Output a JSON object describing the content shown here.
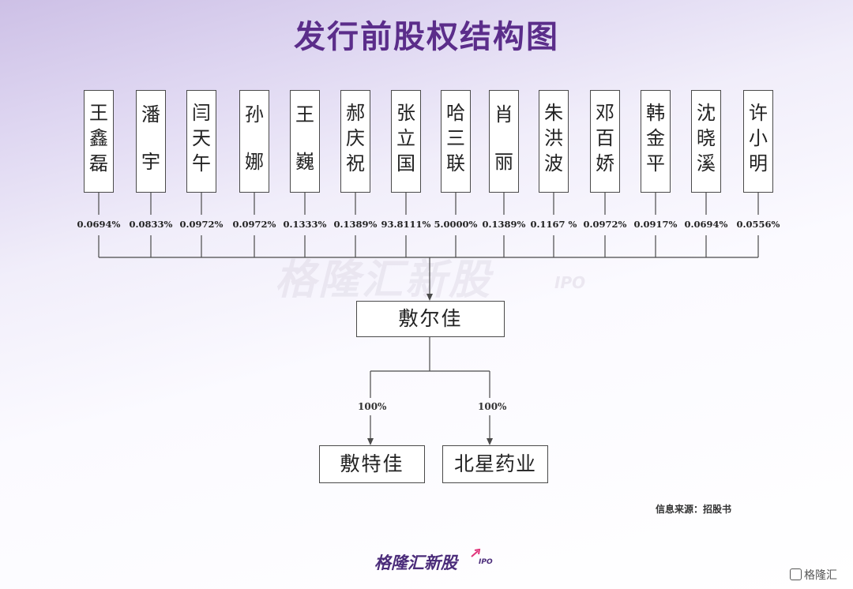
{
  "title": "发行前股权结构图",
  "shareholders": [
    {
      "name": "王鑫磊",
      "chars": [
        "王",
        "鑫",
        "磊"
      ],
      "percent": "0.0694%"
    },
    {
      "name": "潘宇",
      "chars": [
        "潘",
        "宇"
      ],
      "percent": "0.0833%"
    },
    {
      "name": "闫天午",
      "chars": [
        "闫",
        "天",
        "午"
      ],
      "percent": "0.0972%"
    },
    {
      "name": "孙娜",
      "chars": [
        "孙",
        "娜"
      ],
      "percent": "0.0972%"
    },
    {
      "name": "王巍",
      "chars": [
        "王",
        "巍"
      ],
      "percent": "0.1333%"
    },
    {
      "name": "郝庆祝",
      "chars": [
        "郝",
        "庆",
        "祝"
      ],
      "percent": "0.1389%"
    },
    {
      "name": "张立国",
      "chars": [
        "张",
        "立",
        "国"
      ],
      "percent": "93.8111%"
    },
    {
      "name": "哈三联",
      "chars": [
        "哈",
        "三",
        "联"
      ],
      "percent": "5.0000%"
    },
    {
      "name": "肖丽",
      "chars": [
        "肖",
        "丽"
      ],
      "percent": "0.1389%"
    },
    {
      "name": "朱洪波",
      "chars": [
        "朱",
        "洪",
        "波"
      ],
      "percent": "0.1167 %"
    },
    {
      "name": "邓百娇",
      "chars": [
        "邓",
        "百",
        "娇"
      ],
      "percent": "0.0972%"
    },
    {
      "name": "韩金平",
      "chars": [
        "韩",
        "金",
        "平"
      ],
      "percent": "0.0917%"
    },
    {
      "name": "沈晓溪",
      "chars": [
        "沈",
        "晓",
        "溪"
      ],
      "percent": "0.0694%"
    },
    {
      "name": "许小明",
      "chars": [
        "许",
        "小",
        "明"
      ],
      "percent": "0.0556%"
    }
  ],
  "parent": {
    "name": "敷尔佳"
  },
  "subsidiaries": [
    {
      "name": "敷特佳",
      "percent": "100%"
    },
    {
      "name": "北星药业",
      "percent": "100%"
    }
  ],
  "source_note": "信息来源：招股书",
  "watermark": {
    "brand": "格隆汇新股",
    "suffix": "IPO"
  },
  "footer_logo": {
    "brand": "格隆汇新股",
    "suffix": "IPO"
  },
  "corner_logo": "格隆汇",
  "colors": {
    "title": "#5b2d8a",
    "logo": "#4b2c7a",
    "line": "#4a4a4a"
  }
}
